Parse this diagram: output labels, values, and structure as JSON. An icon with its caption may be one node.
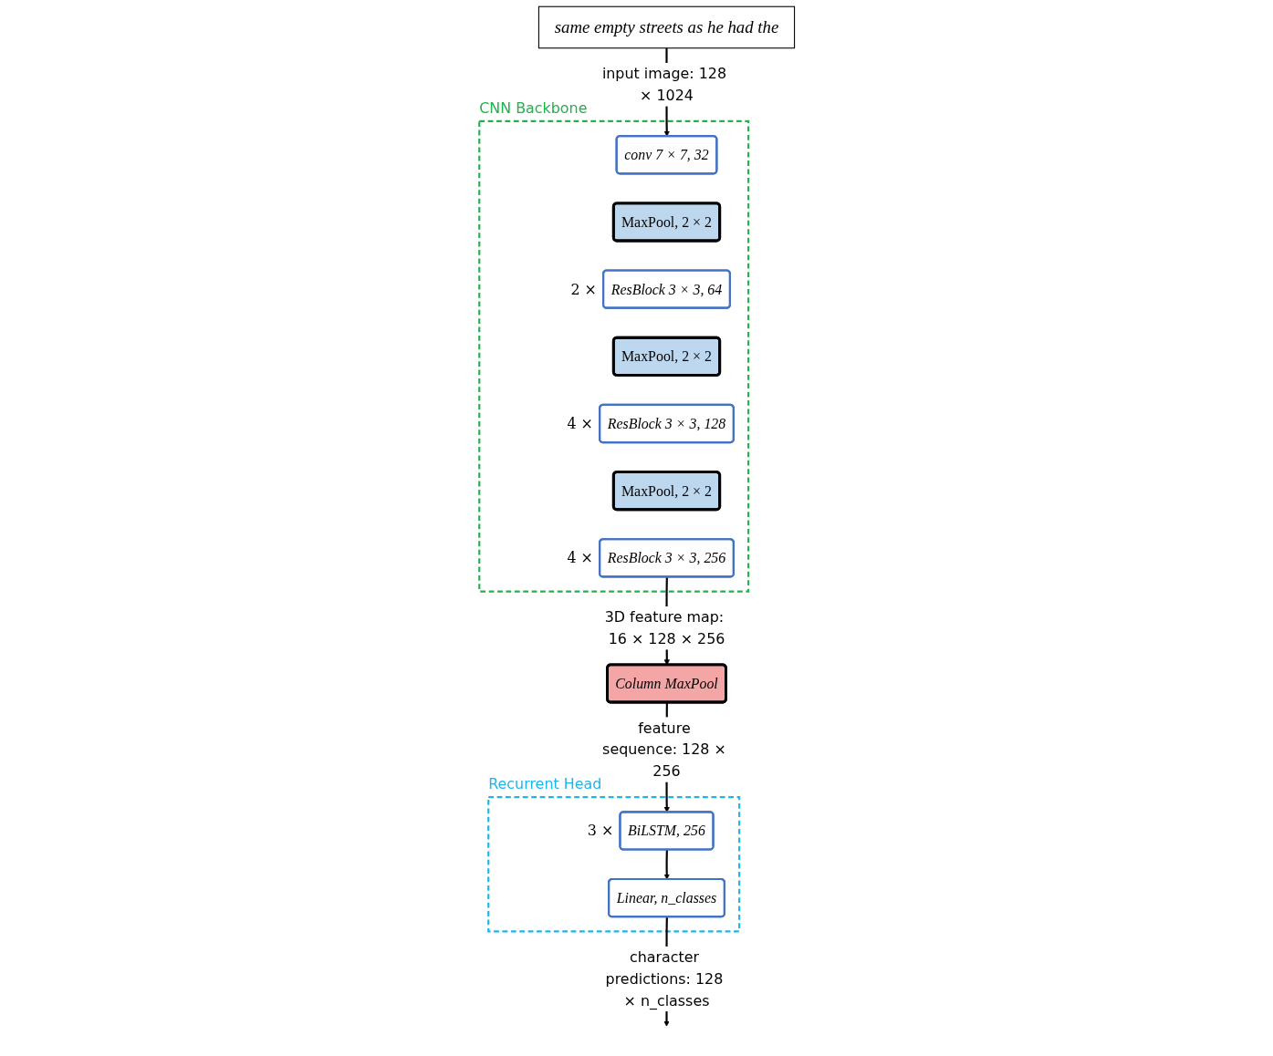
{
  "diagram": {
    "nodes": [
      {
        "text": [
          "same empty streets as he had the"
        ]
      },
      {
        "text": [
          "CNN Backbone"
        ]
      },
      {
        "text": [
          "conv 7 × 7, 32"
        ],
        "in": 1
      },
      {
        "text": [
          "MaxPool, 2 × 2"
        ],
        "in": 1
      },
      {
        "text": [
          "ResBlock 3 × 3, 64"
        ],
        "in": 1,
        "beside": [
          "2 ×"
        ]
      },
      {
        "text": [
          "MaxPool, 2 × 2"
        ],
        "in": 1
      },
      {
        "text": [
          "ResBlock 3 × 3, 128"
        ],
        "in": 1,
        "beside": [
          "4 ×"
        ]
      },
      {
        "text": [
          "MaxPool, 2 × 2"
        ],
        "in": 1
      },
      {
        "text": [
          "ResBlock 3 × 3, 256"
        ],
        "in": 1,
        "beside": [
          "4 ×"
        ]
      },
      {
        "text": [
          "Column MaxPool"
        ]
      },
      {
        "text": [
          "Recurrent Head"
        ]
      },
      {
        "text": [
          "BiLSTM, 256"
        ],
        "in": 10,
        "beside": [
          "3 ×"
        ]
      },
      {
        "text": [
          "Linear, n_classes"
        ],
        "in": 10
      }
    ],
    "edges": [
      {
        "from": 0,
        "to": 2,
        "arrow": "to",
        "label": "input image: 128 × 1024"
      },
      {
        "from": 8,
        "to": 9,
        "arrow": "to",
        "label": "3D feature map: 16 × 128 × 256"
      },
      {
        "from": 9,
        "to": 11,
        "arrow": "to",
        "label": "feature sequence: 128 × 256"
      },
      {
        "from": 11,
        "to": 12,
        "arrow": "to"
      },
      {
        "from": 12,
        "to": null,
        "arrow": "to",
        "label": "character predictions: 128 × n_classes"
      }
    ]
  }
}
